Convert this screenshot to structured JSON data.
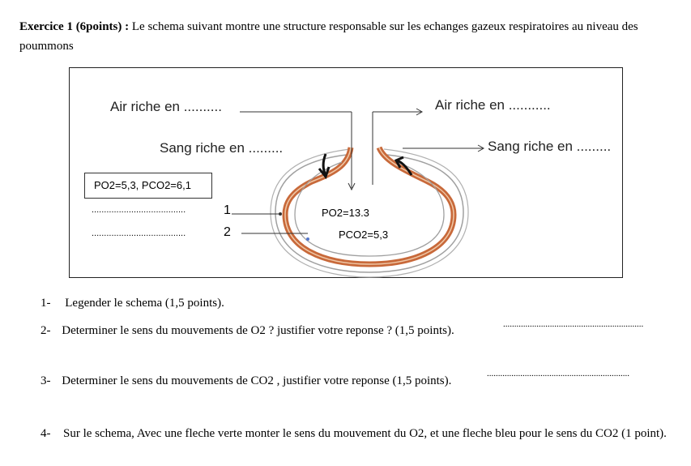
{
  "header": {
    "exercise_label": "Exercice 1 (6points) :",
    "intro": "Le schema suivant montre une structure responsable sur les echanges gazeux respiratoires au niveau des poummons"
  },
  "figure": {
    "label_air_in": "Air riche en ..........",
    "label_air_out": "Air riche en ...........",
    "label_blood_in": "Sang riche en .........",
    "label_blood_out": "Sang riche en .........",
    "blood_box": "PO2=5,3, PCO2=6,1",
    "line1_dots": "......................................",
    "line1_num": "1",
    "line2_dots": "......................................",
    "line2_num": "2",
    "alveole_po2": "PO2=13.3",
    "alveole_pco2": "PCO2=5,3",
    "colors": {
      "capillary": "#c8693a",
      "membrane": "#9a9a9a",
      "arrow": "#111111"
    }
  },
  "questions": [
    {
      "num": "1-",
      "text": "Legender le schema  (1,5 points)."
    },
    {
      "num": "2-",
      "text": "Determiner le sens du mouvements de O2 ? justifier votre reponse ? (1,5 points).",
      "answer_dots": "..............................................................."
    },
    {
      "num": "3-",
      "text": "Determiner le sens du mouvements de CO2 , justifier votre reponse (1,5 points).",
      "answer_dots": "................................................................"
    },
    {
      "num": "4-",
      "text": "Sur le schema, Avec une fleche verte monter le sens du mouvement du O2, et une fleche bleu pour le sens du CO2 (1 point)."
    }
  ]
}
